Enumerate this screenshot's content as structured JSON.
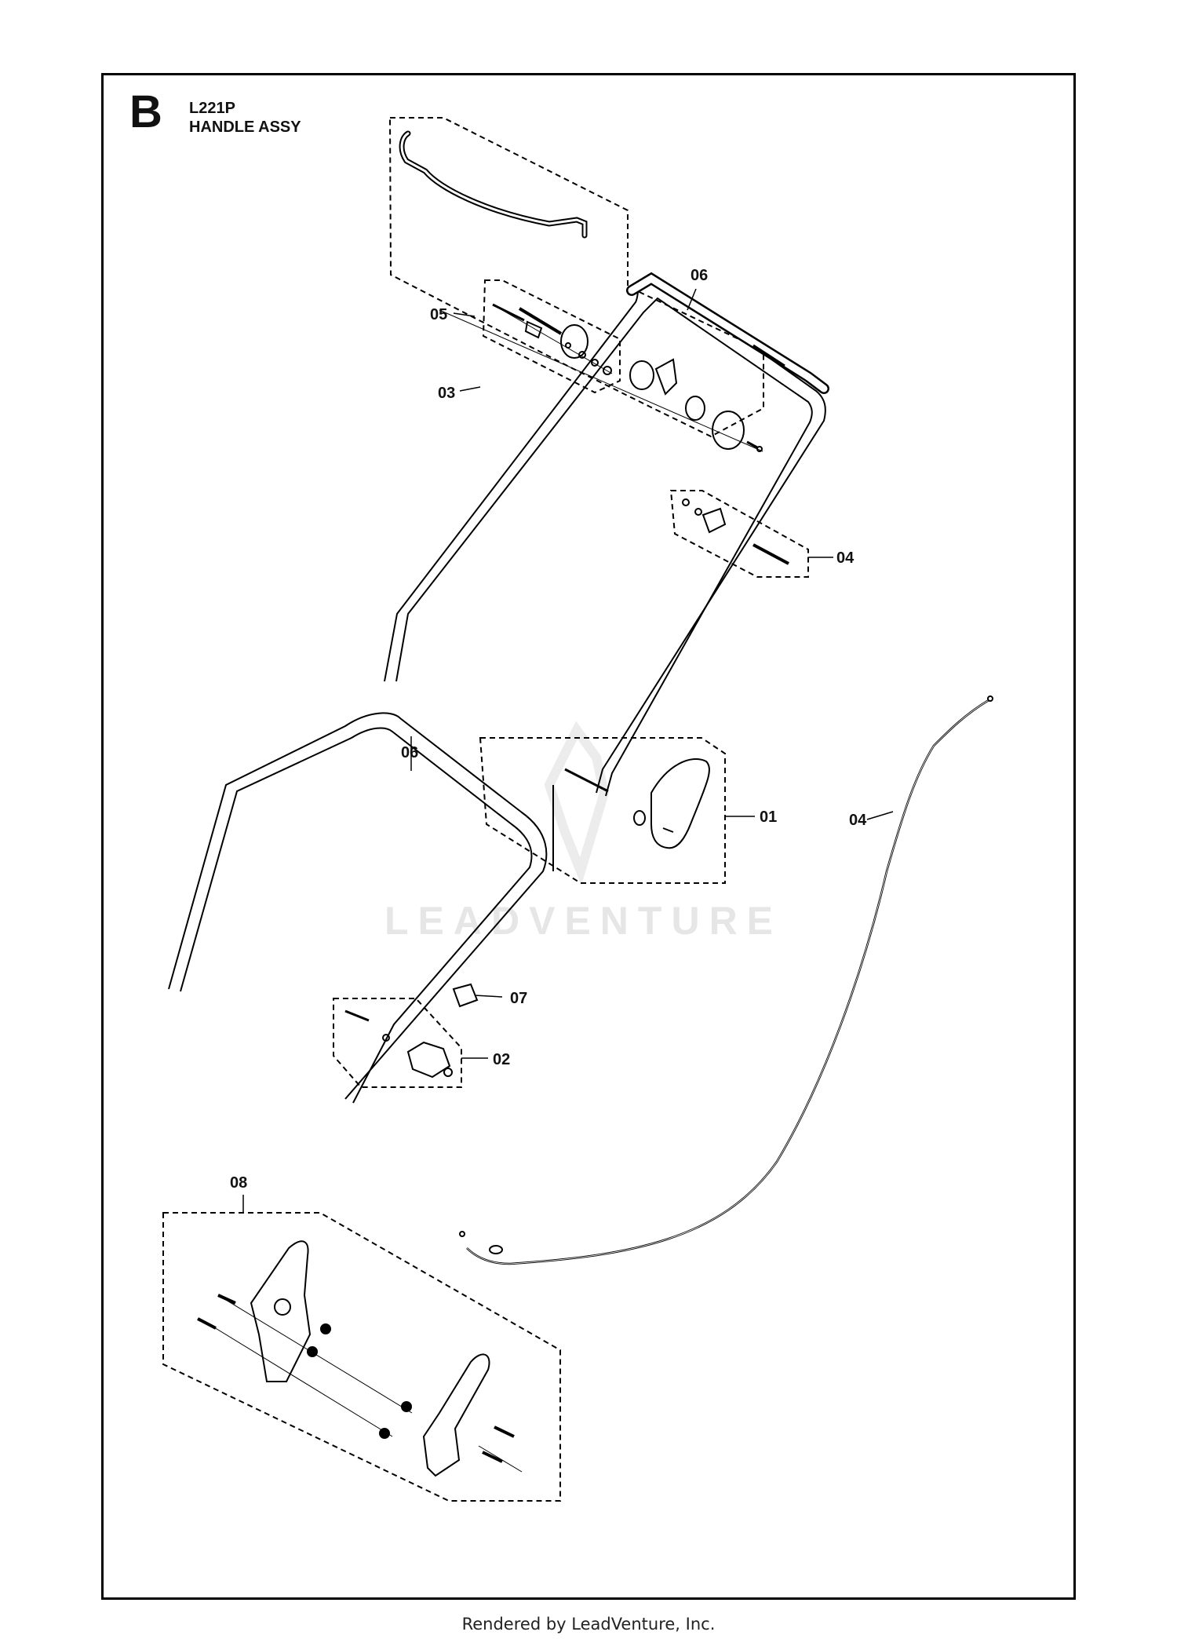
{
  "header": {
    "section_letter": "B",
    "model": "L221P",
    "assembly_name": "HANDLE ASSY"
  },
  "callouts": {
    "c01": "01",
    "c02": "02",
    "c03": "03",
    "c04_upper": "04",
    "c04_cable": "04",
    "c05": "05",
    "c06_upper": "06",
    "c06_lower": "06",
    "c07": "07",
    "c08": "08"
  },
  "watermark": {
    "text": "LEADVENTURE"
  },
  "footer": {
    "text": "Rendered by LeadVenture, Inc."
  }
}
